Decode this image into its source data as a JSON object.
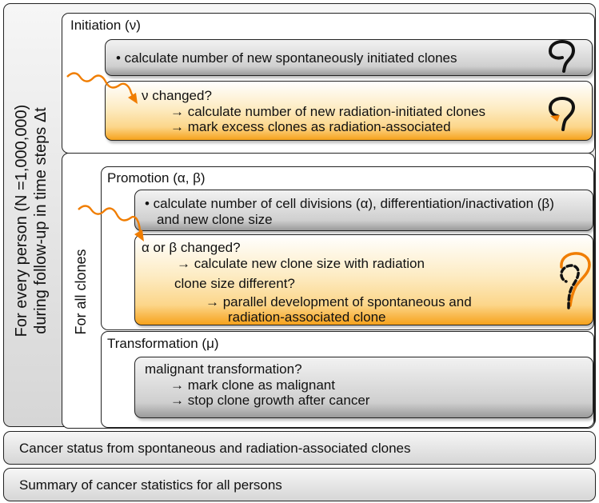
{
  "outer_label_line1": "For every person (N =1,000,000)",
  "outer_label_line2": "during follow-up in time steps Δt",
  "initiation": {
    "title": "Initiation (ν)",
    "spontaneous": "•  calculate number of new spontaneously initiated clones",
    "radiation_question": "ν changed?",
    "radiation_line1": "→ calculate number of new radiation-initiated clones",
    "radiation_line2": "→ mark excess clones as radiation-associated"
  },
  "clones_label": "For all clones",
  "promotion": {
    "title": "Promotion  (α, β)",
    "spontaneous_line1": "•  calculate number of cell divisions (α), differentiation/inactivation (β)",
    "spontaneous_line2": "and new clone size",
    "radiation_question": "α or β changed?",
    "radiation_line1": "→ calculate new clone size with radiation",
    "size_question": "clone size different?",
    "parallel_line1": "→  parallel development of spontaneous and",
    "parallel_line2": "radiation-associated clone"
  },
  "transformation": {
    "title": "Transformation (μ)",
    "question": "malignant transformation?",
    "line1": "→ mark clone as malignant",
    "line2": "→ stop clone growth after cancer"
  },
  "cancer_status": "Cancer status from spontaneous and radiation-associated clones",
  "summary": "Summary of cancer statistics for all persons",
  "colors": {
    "radiation": "#f07d00",
    "panel_grey": "#d0d0d0",
    "panel_orange": "#fcd68a"
  }
}
